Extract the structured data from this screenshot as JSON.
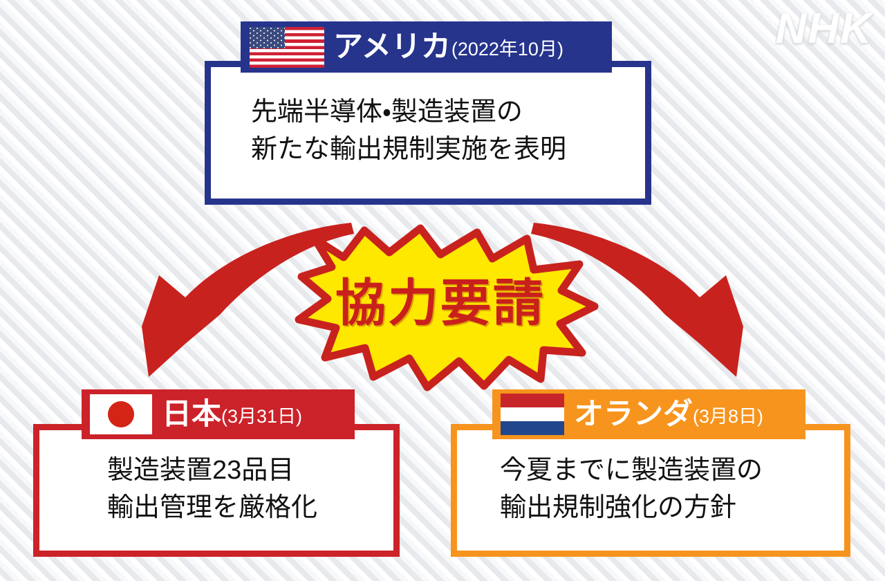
{
  "watermark": {
    "label": "NHK"
  },
  "background": {
    "color": "#f2f3f5",
    "stripe_color": "#e7e9ec"
  },
  "center": {
    "burst_label": "協力要請",
    "burst_fill": "#FFE800",
    "burst_outline": "#C8221F",
    "burst_text_color": "#C9201C"
  },
  "arrows": [
    {
      "name": "arrow-to-japan",
      "direction": "down-left",
      "color": "#C8221F"
    },
    {
      "name": "arrow-to-netherlands",
      "direction": "down-right",
      "color": "#C8221F"
    }
  ],
  "panels": {
    "usa": {
      "country": "アメリカ",
      "date": "(2022年10月)",
      "flag": "us-flag-icon",
      "accent_color": "#26348C",
      "lines": [
        "先端半導体・製造装置の",
        "新たな輸出規制実施を表明"
      ]
    },
    "japan": {
      "country": "日本",
      "date": "(3月31日)",
      "flag": "jp-flag-icon",
      "accent_color": "#CC2229",
      "lines": [
        "製造装置23品目",
        "輸出管理を厳格化"
      ]
    },
    "netherlands": {
      "country": "オランダ",
      "date": "(3月8日)",
      "flag": "nl-flag-icon",
      "accent_color": "#F7941D",
      "lines": [
        "今夏までに製造装置の",
        "輸出規制強化の方針"
      ]
    }
  }
}
